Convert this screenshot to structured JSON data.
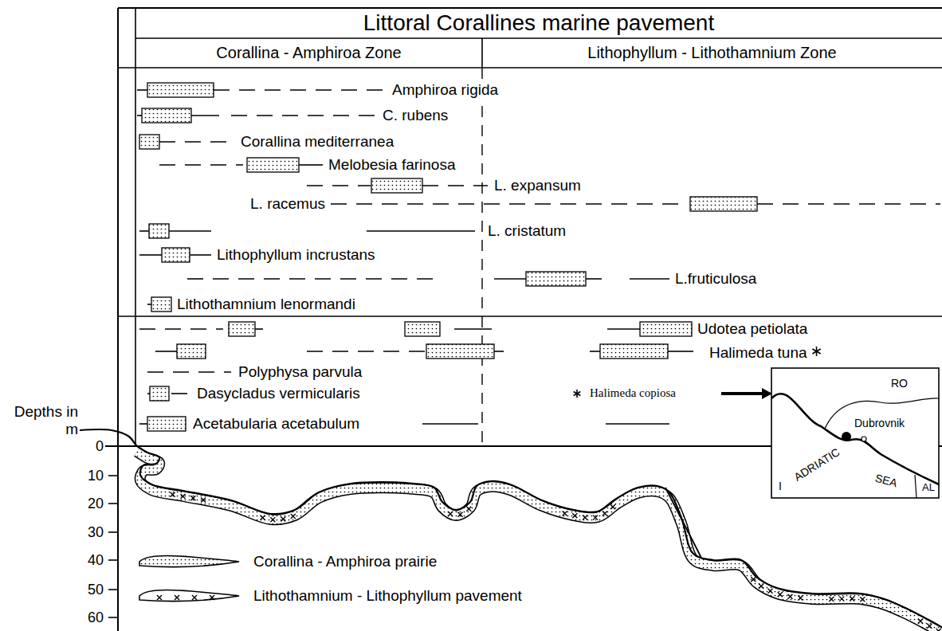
{
  "diagram": {
    "title": "Littoral Corallines marine pavement",
    "nodes": [
      {
        "text": [
          "Corallina - Amphiroa Zone"
        ]
      },
      {
        "text": [
          "Lithophyllum - Lithothamnium Zone"
        ]
      }
    ],
    "labels": [
      "Amphiroa rigida",
      "C. rubens",
      "Corallina mediterranea",
      "Melobesia farinosa",
      "L. expansum",
      "L. racemus",
      "L. cristatum",
      "Lithophyllum incrustans",
      "L.fruticulosa",
      "Lithothamnium lenormandi",
      "Udotea petiolata",
      "Halimeda tuna",
      "Polyphysa parvula",
      "Dasycladus vermicularis",
      "Acetabularia acetabulum",
      "Halimeda copiosa",
      "Depths in m",
      "0",
      "10",
      "20",
      "30",
      "40",
      "50",
      "60",
      "RO",
      "Dubrovnik",
      "ADRIATIC",
      "SEA",
      "I",
      "AL"
    ],
    "legend": [
      {
        "text": "Corallina - Amphiroa prairie"
      },
      {
        "text": "Lithothamnium - Lithophyllum pavement"
      }
    ]
  }
}
